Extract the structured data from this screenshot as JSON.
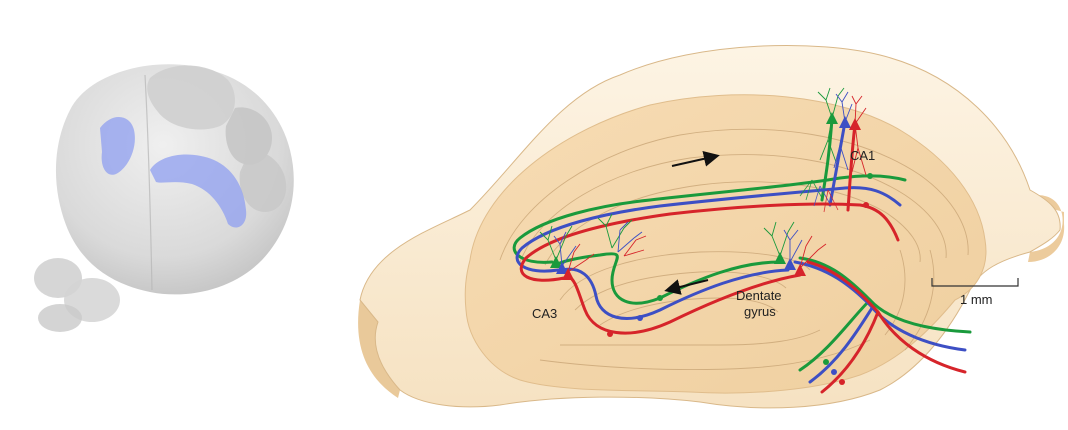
{
  "labels": {
    "ca1": "CA1",
    "ca3": "CA3",
    "dentate_line1": "Dentate",
    "dentate_line2": "gyrus",
    "scale": "1 mm"
  },
  "colors": {
    "green": "#1a9a3c",
    "blue": "#3d4fc4",
    "red": "#d6242a",
    "tissue_light": "#fbeed8",
    "tissue_dark": "#f2d6ac",
    "brain": "#d9d9d9",
    "hippocampus_highlight": "#8f9ff0"
  }
}
